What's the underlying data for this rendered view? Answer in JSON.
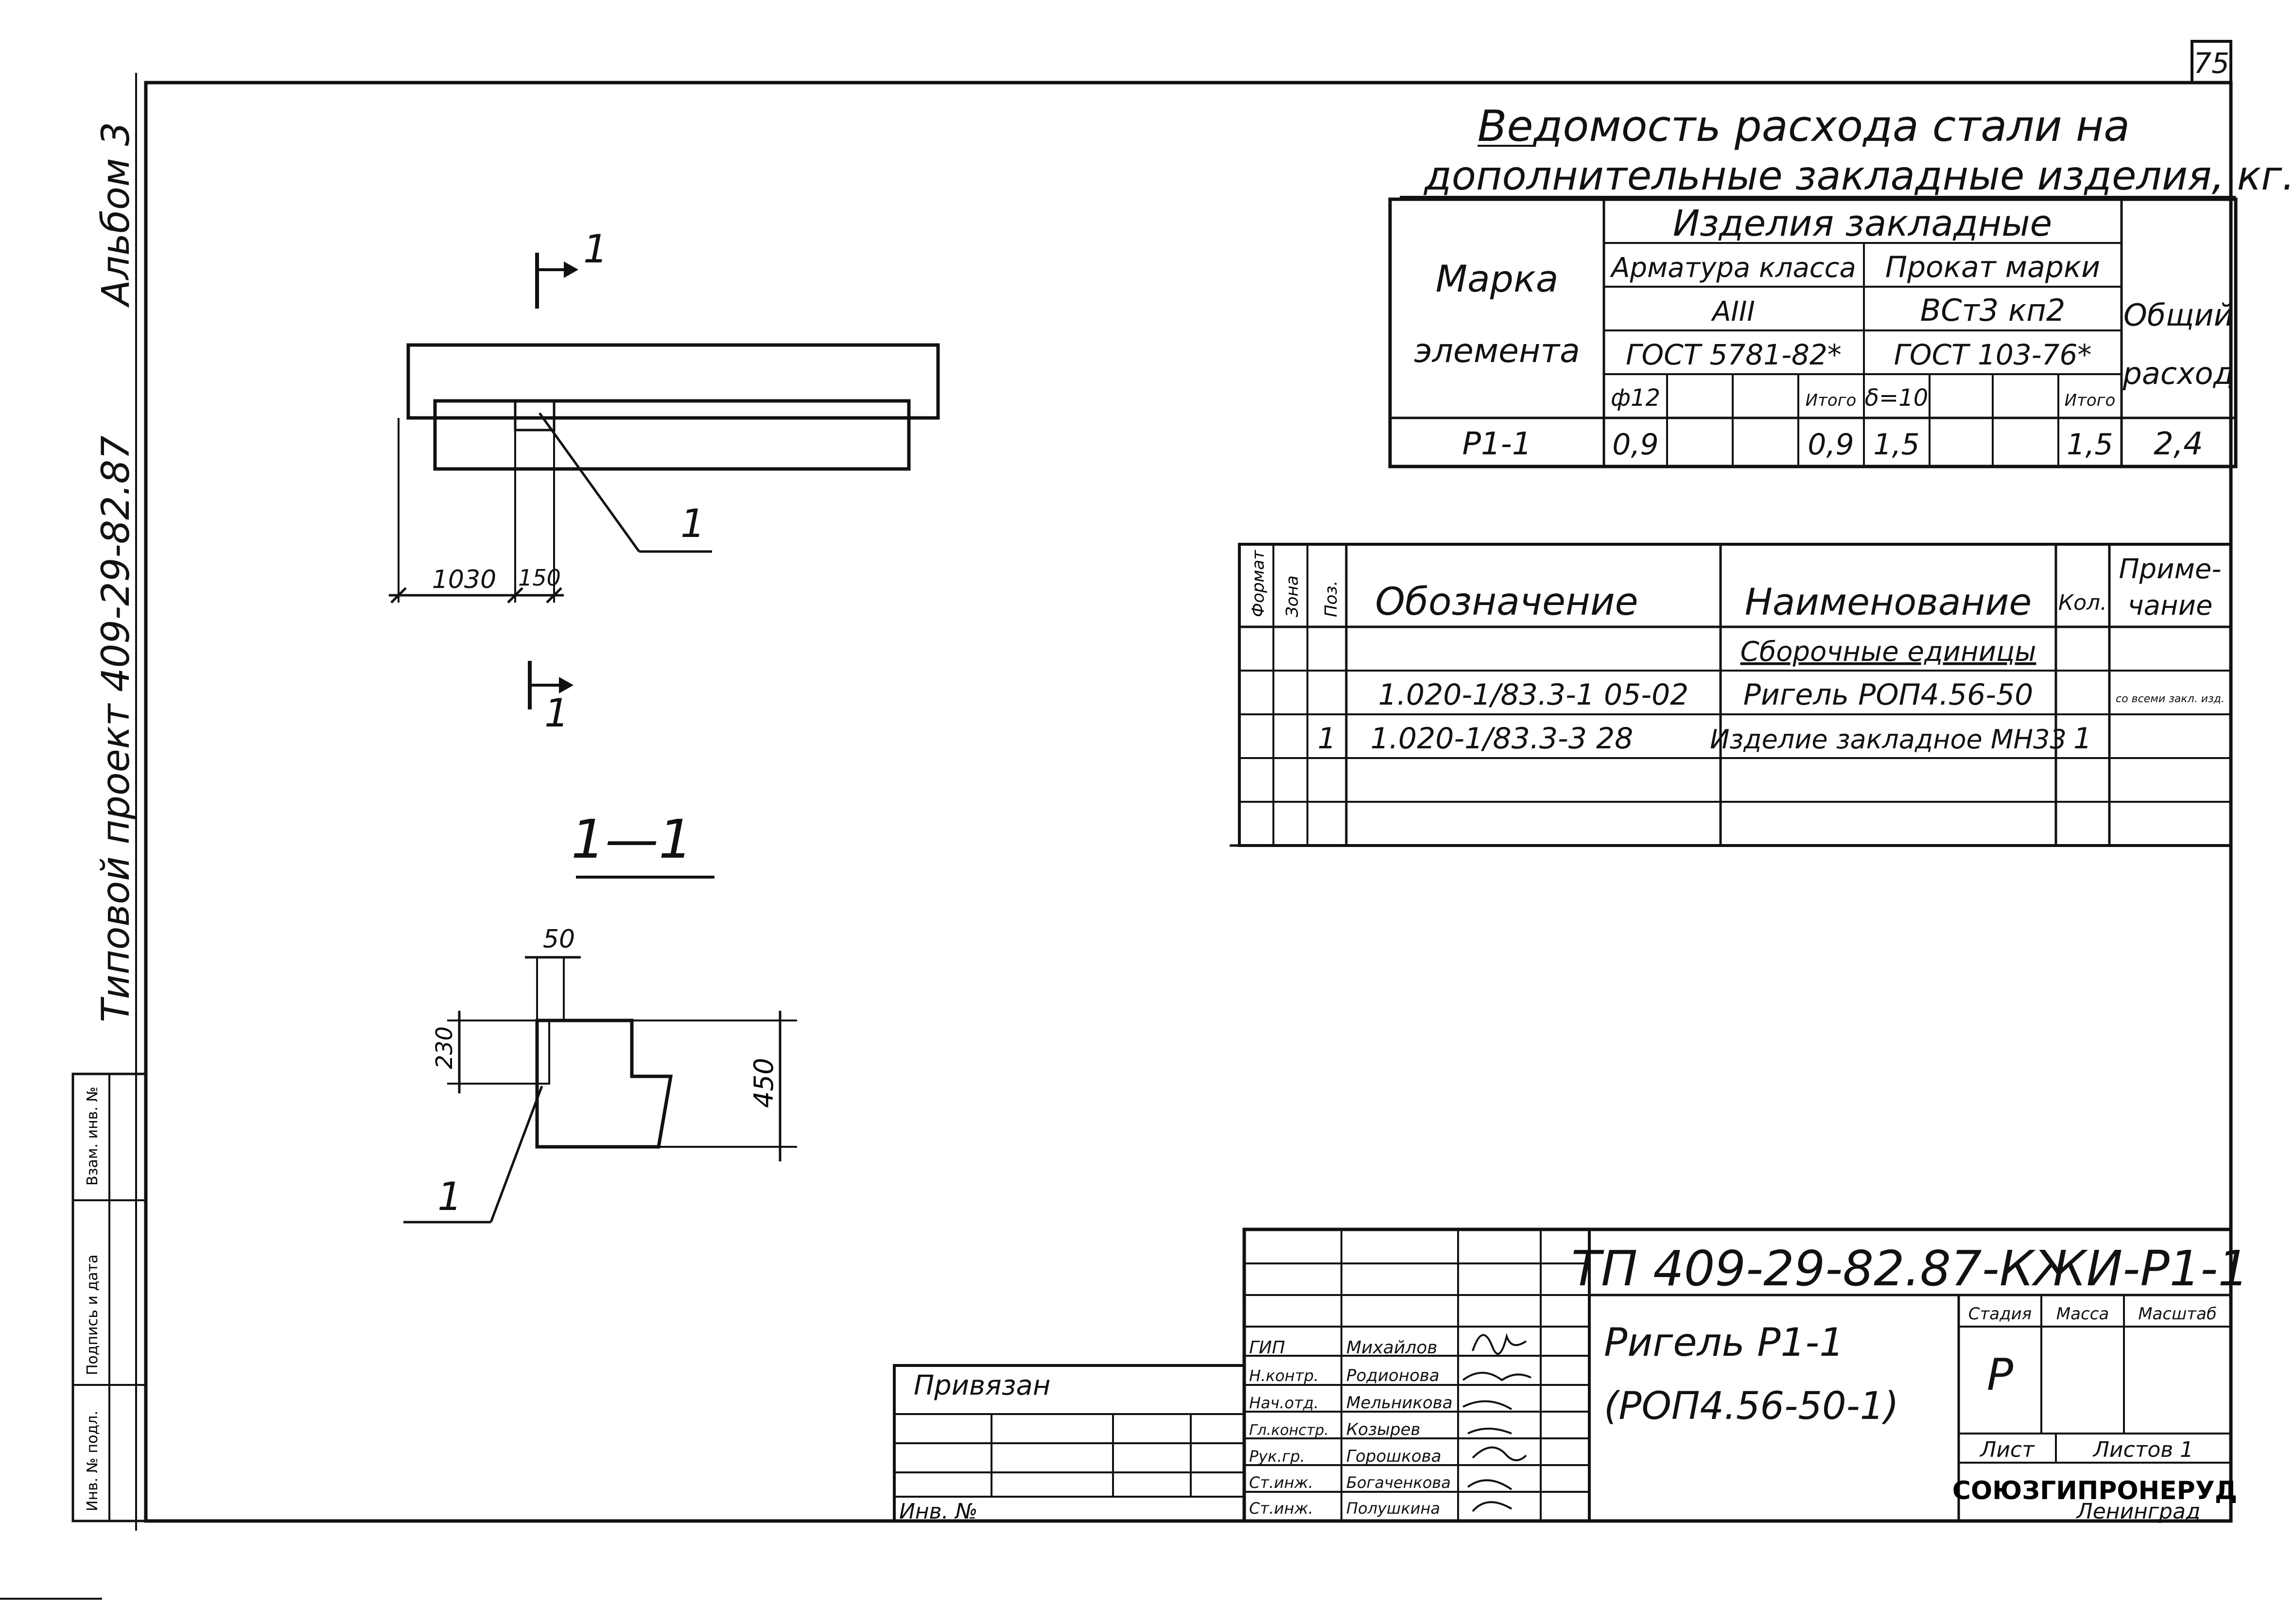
{
  "page_number": "75",
  "side_label": {
    "album": "Альбом 3",
    "project": "Типовой проект 409-29-82.87"
  },
  "left_stamp": [
    "Инв. № подл.",
    "Подпись и дата",
    "Взам. инв. №"
  ],
  "steel_table": {
    "title_line1": "Ведомость расхода стали на",
    "title_line2": "дополнительные закладные изделия, кг.",
    "col_mark": [
      "Марка",
      "элемента"
    ],
    "col_group": "Изделия закладные",
    "rebar_class": "Арматура класса",
    "rebar_grade": "АIII",
    "rebar_gost": "ГОСТ 5781-82*",
    "rolled_label": "Прокат марки",
    "rolled_grade": "ВСт3 кп2",
    "rolled_gost": "ГОСТ 103-76*",
    "col_total": [
      "Общий",
      "расход"
    ],
    "sub_headers": [
      "ф12",
      "",
      "",
      "Итого",
      "δ=10",
      "",
      "",
      "Итого"
    ],
    "rows": [
      {
        "mark": "Р1-1",
        "cells": [
          "0,9",
          "",
          "",
          "0,9",
          "1,5",
          "",
          "",
          "1,5"
        ],
        "total": "2,4"
      }
    ]
  },
  "spec_table": {
    "headers": [
      "Формат",
      "Зона",
      "Поз.",
      "Обозначение",
      "Наименование",
      "Кол.",
      "Примечание"
    ],
    "note_header": [
      "Приме-",
      "чание"
    ],
    "rows": [
      {
        "fmt": "",
        "zone": "",
        "pos": "",
        "designation": "",
        "name": "Сборочные единицы",
        "qty": "",
        "note": ""
      },
      {
        "fmt": "",
        "zone": "",
        "pos": "",
        "designation": "1.020-1/83.3-1 05-02",
        "name": "Ригель РОП4.56-50",
        "qty": "",
        "note": "со всеми закл. изд."
      },
      {
        "fmt": "",
        "zone": "",
        "pos": "1",
        "designation": "1.020-1/83.3-3 28",
        "name": "Изделие закладное МН33",
        "qty": "1",
        "note": ""
      },
      {
        "fmt": "",
        "zone": "",
        "pos": "",
        "designation": "",
        "name": "",
        "qty": "",
        "note": ""
      },
      {
        "fmt": "",
        "zone": "",
        "pos": "",
        "designation": "",
        "name": "",
        "qty": "",
        "note": ""
      }
    ]
  },
  "drawing": {
    "section_mark": "1",
    "callout": "1",
    "dim_1030": "1030",
    "dim_150": "150",
    "section_title": "1—1",
    "dim_50": "50",
    "dim_230": "230",
    "dim_450": "450"
  },
  "title_block": {
    "doc_code": "ТП 409-29-82.87-КЖИ-Р1-1",
    "name_line1": "Ригель Р1-1",
    "name_line2": "(РОП4.56-50-1)",
    "stage_label": "Стадия",
    "mass_label": "Масса",
    "scale_label": "Масштаб",
    "stage": "Р",
    "sheet_label": "Лист",
    "sheets_label": "Листов 1",
    "org": "СОЮЗГИПРОНЕРУД",
    "city": "Ленинград",
    "privyazan": "Привязан",
    "inv_no": "Инв. №",
    "signers": [
      {
        "role": "ГИП",
        "name": "Михайлов"
      },
      {
        "role": "Н.контр.",
        "name": "Родионова"
      },
      {
        "role": "Нач.отд.",
        "name": "Мельникова"
      },
      {
        "role": "Гл.констр.",
        "name": "Козырев"
      },
      {
        "role": "Рук.гр.",
        "name": "Горошкова"
      },
      {
        "role": "Ст.инж.",
        "name": "Богаченкова"
      },
      {
        "role": "Ст.инж.",
        "name": "Полушкина"
      }
    ]
  },
  "colors": {
    "ink": "#111111",
    "paper": "#ffffff"
  }
}
